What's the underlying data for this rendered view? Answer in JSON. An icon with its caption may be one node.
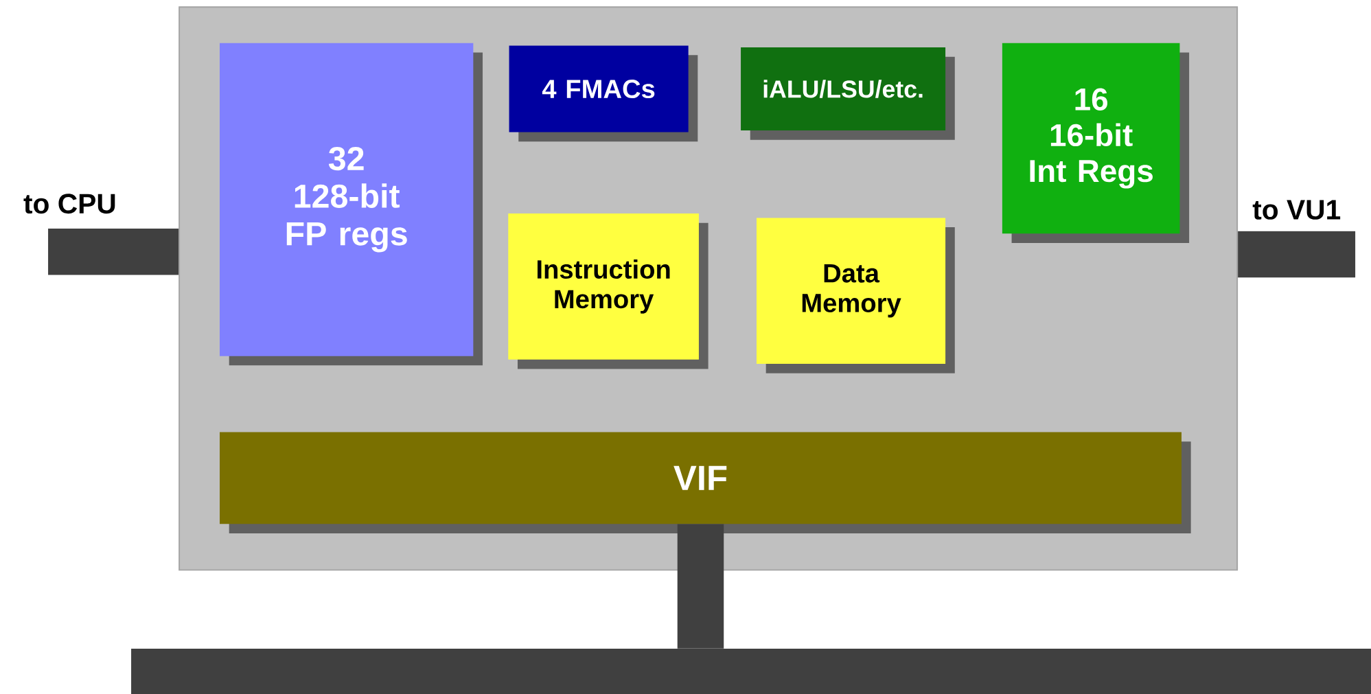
{
  "diagram": {
    "nodes": [
      {
        "text": [],
        "shape": "box"
      },
      {
        "text": [
          "32 128-bit FP regs"
        ],
        "in": 0
      },
      {
        "text": [
          "4 FMACs"
        ],
        "in": 0
      },
      {
        "text": [
          "iALU/LSU/etc."
        ],
        "in": 0
      },
      {
        "text": [
          "16 16-bit Int Regs"
        ],
        "in": 0
      },
      {
        "text": [
          "Instruction Memory"
        ],
        "in": 0
      },
      {
        "text": [
          "Data Memory"
        ],
        "in": 0
      },
      {
        "text": [
          "VIF"
        ],
        "in": 0
      },
      {
        "text": [],
        "shape": "bar"
      }
    ],
    "edges": [
      {
        "from": null,
        "to": 0,
        "arrow": "none",
        "label": "to CPU"
      },
      {
        "from": 0,
        "to": null,
        "arrow": "none",
        "label": "to VU1"
      },
      {
        "from": 7,
        "to": 8,
        "arrow": "none"
      }
    ]
  }
}
